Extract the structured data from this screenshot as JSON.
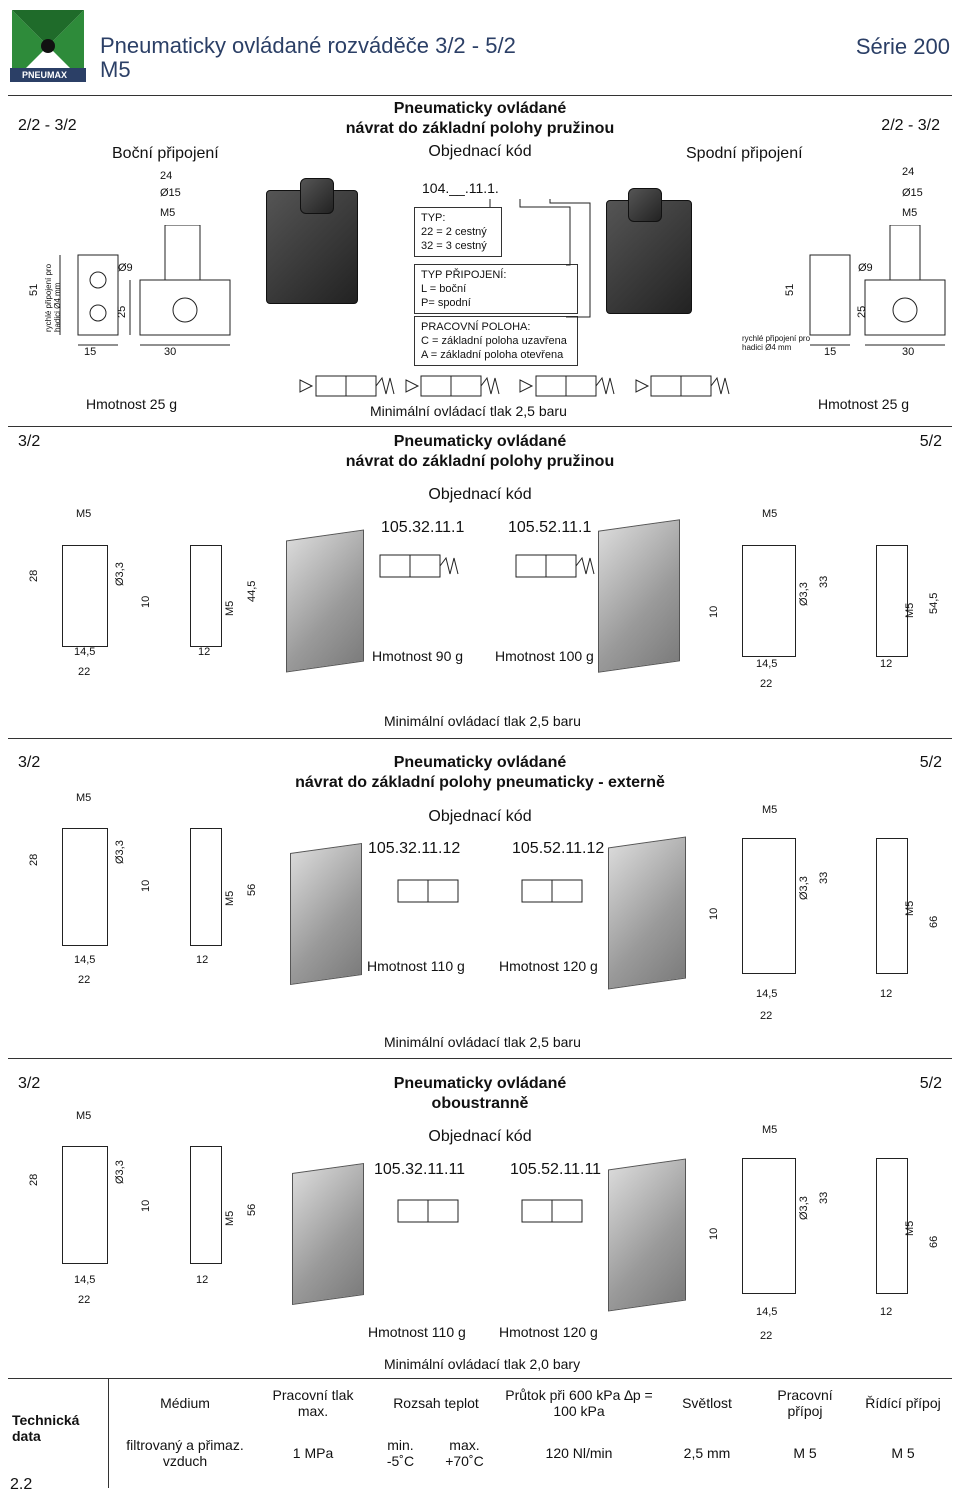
{
  "header": {
    "title_line1": "Pneumaticky ovládané rozváděče 3/2 - 5/2",
    "title_line2": "M5",
    "series": "Série 200",
    "logo_text": "PNEUMAX"
  },
  "section1": {
    "left_type": "2/2 - 3/2",
    "right_type": "2/2 - 3/2",
    "left_conn": "Boční připojení",
    "right_conn": "Spodní připojení",
    "heading_line1": "Pneumaticky ovládané",
    "heading_line2": "návrat do základní polohy pružinou",
    "order_label": "Objednací kód",
    "order_code": "104.__.11.1.",
    "typ_box": [
      "TYP:",
      "22 = 2 cestný",
      "32 = 3 cestný"
    ],
    "conn_box": [
      "TYP PŘIPOJENÍ:",
      "L = boční",
      "P= spodní"
    ],
    "pos_box": [
      "PRACOVNÍ POLOHA:",
      "C = základní poloha uzavřena",
      "A = základní poloha otevřena"
    ],
    "hose_note_left": "rychlé připojení pro hadici Ø4 mm",
    "hose_note_right": "rychlé připojení pro hadici Ø4 mm",
    "weight_left": "Hmotnost 25 g",
    "weight_right": "Hmotnost 25 g",
    "min_pressure": "Minimální ovládací tlak 2,5 baru",
    "dims_left": {
      "d24": "24",
      "d15": "Ø15",
      "m5": "M5",
      "d51": "51",
      "d25": "25",
      "d9": "Ø9",
      "d15b": "15",
      "d30": "30"
    },
    "dims_right": {
      "d24": "24",
      "d15": "Ø15",
      "m5": "M5",
      "d51": "51",
      "d25": "25",
      "d9": "Ø9",
      "d15b": "15",
      "d30": "30"
    }
  },
  "sections": [
    {
      "left_type": "3/2",
      "right_type": "5/2",
      "heading_line1": "Pneumaticky ovládané",
      "heading_line2": "návrat do základní polohy pružinou",
      "order_label": "Objednací kód",
      "code_left": "105.32.11.1",
      "code_right": "105.52.11.1",
      "weight_left": "Hmotnost 90 g",
      "weight_right": "Hmotnost 100 g",
      "min_pressure": "Minimální ovládací tlak 2,5 baru",
      "dim_height_left": "44,5",
      "dim_height_right": "54,5"
    },
    {
      "left_type": "3/2",
      "right_type": "5/2",
      "heading_line1": "Pneumaticky ovládané",
      "heading_line2": "návrat do základní polohy pneumaticky - externě",
      "order_label": "Objednací kód",
      "code_left": "105.32.11.12",
      "code_right": "105.52.11.12",
      "weight_left": "Hmotnost 110 g",
      "weight_right": "Hmotnost 120 g",
      "min_pressure": "Minimální ovládací tlak 2,5 baru",
      "dim_height_left": "56",
      "dim_height_right": "66"
    },
    {
      "left_type": "3/2",
      "right_type": "5/2",
      "heading_line1": "Pneumaticky ovládané",
      "heading_line2": "oboustranně",
      "order_label": "Objednací kód",
      "code_left": "105.32.11.11",
      "code_right": "105.52.11.11",
      "weight_left": "Hmotnost 110 g",
      "weight_right": "Hmotnost 120 g",
      "min_pressure": "Minimální ovládací tlak 2,0 bary",
      "dim_height_left": "56",
      "dim_height_right": "66"
    }
  ],
  "dims_common": {
    "m5": "M5",
    "d28": "28",
    "d33": "Ø3,3",
    "d10": "10",
    "d145": "14,5",
    "d22": "22",
    "d12": "12",
    "d33b": "33"
  },
  "tech": {
    "label": "Technická data",
    "col1_h": "Médium",
    "col1_v": "filtrovaný a přimaz. vzduch",
    "col2_h": "Pracovní tlak max.",
    "col2_v": "1 MPa",
    "col3_h": "Rozsah teplot",
    "col3_v1": "min. -5˚C",
    "col3_v2": "max. +70˚C",
    "col4_h": "Průtok při 600 kPa ∆p = 100 kPa",
    "col4_v": "120 Nl/min",
    "col5_h": "Světlost",
    "col5_v": "2,5 mm",
    "col6_h": "Pracovní přípoj",
    "col6_v": "M 5",
    "col7_h": "Řídící přípoj",
    "col7_v": "M 5"
  },
  "page_number": "2.2"
}
